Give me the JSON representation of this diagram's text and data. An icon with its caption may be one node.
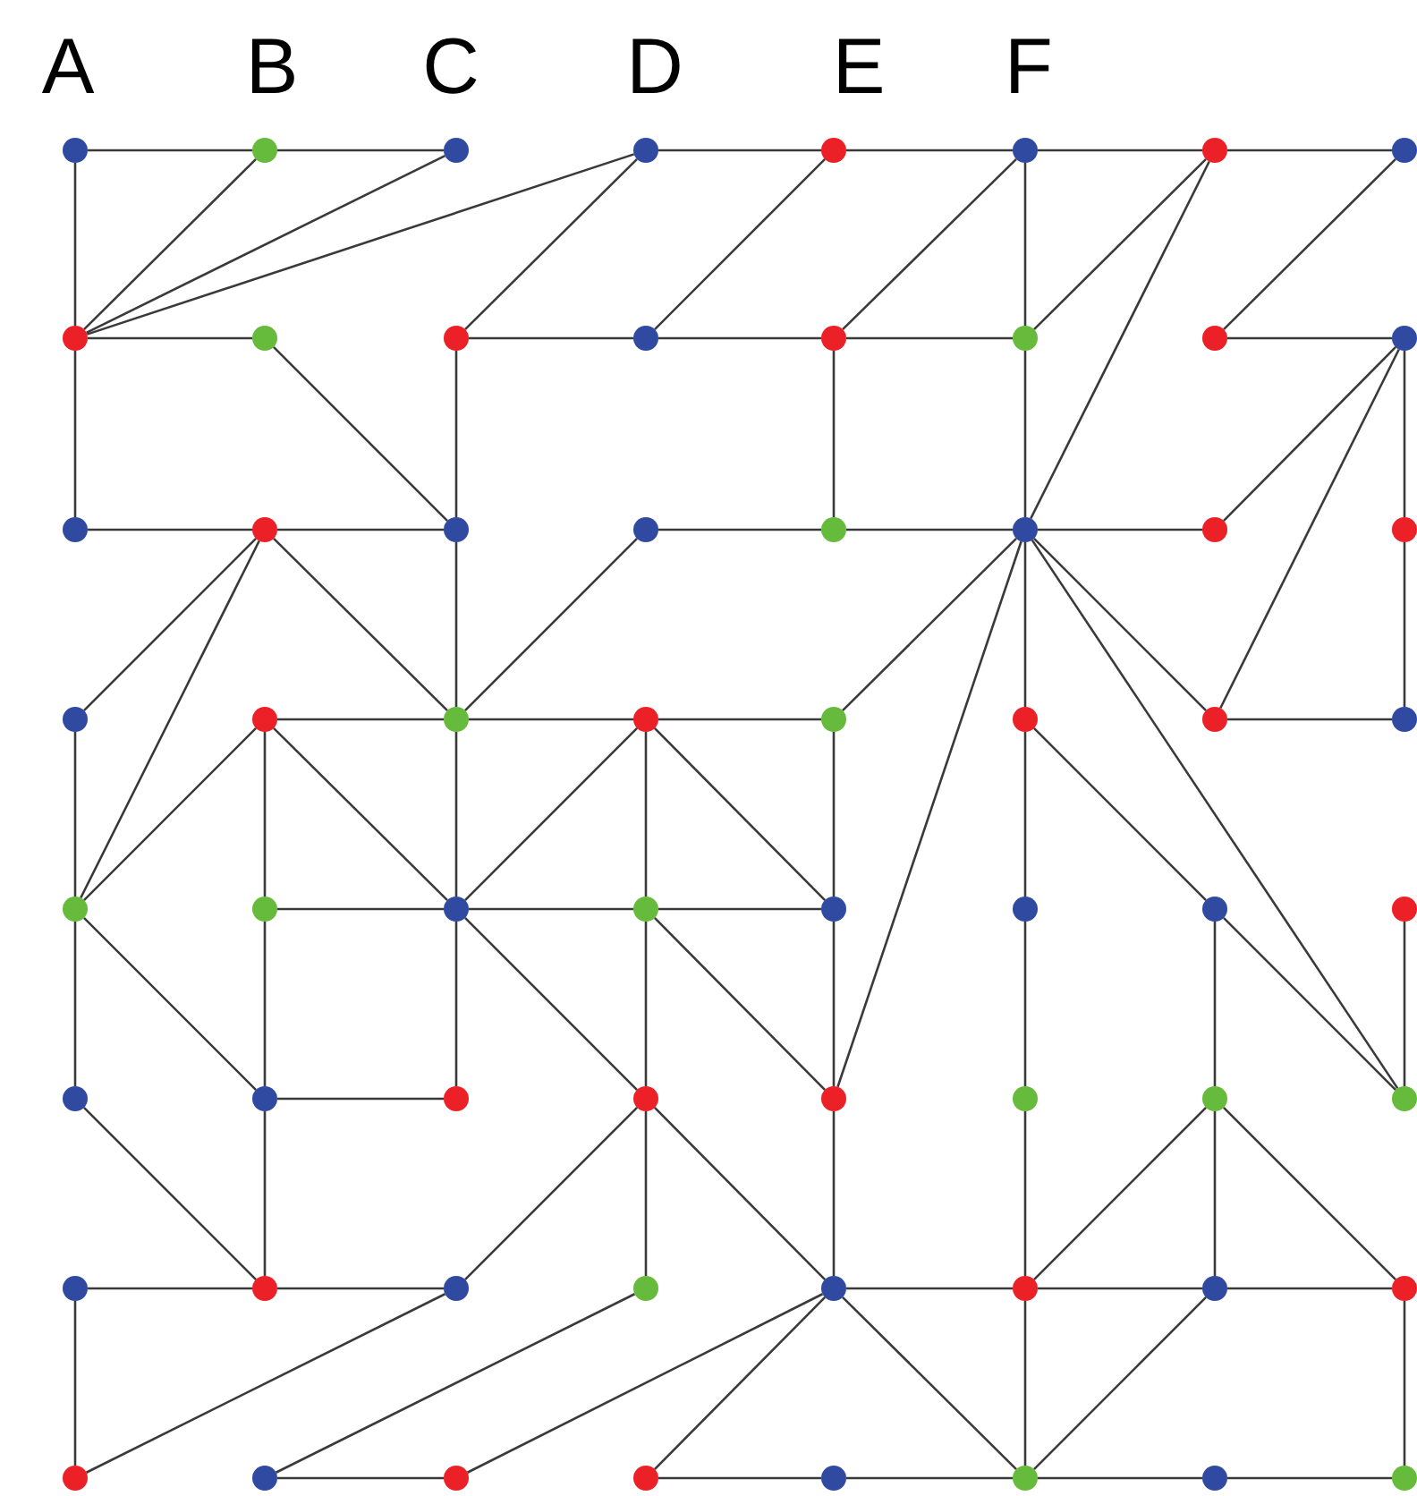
{
  "diagram": {
    "nodes": [
      {
        "text": [],
        "shape": "circle"
      },
      {
        "text": [],
        "shape": "circle"
      },
      {
        "text": [],
        "shape": "circle"
      },
      {
        "text": [],
        "shape": "circle"
      },
      {
        "text": [],
        "shape": "circle"
      },
      {
        "text": [],
        "shape": "circle"
      },
      {
        "text": [],
        "shape": "circle"
      },
      {
        "text": [],
        "shape": "circle"
      },
      {
        "text": [],
        "shape": "circle"
      },
      {
        "text": [],
        "shape": "circle"
      },
      {
        "text": [],
        "shape": "circle"
      },
      {
        "text": [],
        "shape": "circle"
      },
      {
        "text": [],
        "shape": "circle"
      },
      {
        "text": [],
        "shape": "circle"
      },
      {
        "text": [],
        "shape": "circle"
      },
      {
        "text": [],
        "shape": "circle"
      },
      {
        "text": [],
        "shape": "circle"
      },
      {
        "text": [],
        "shape": "circle"
      },
      {
        "text": [],
        "shape": "circle"
      },
      {
        "text": [],
        "shape": "circle"
      },
      {
        "text": [],
        "shape": "circle"
      },
      {
        "text": [],
        "shape": "circle"
      },
      {
        "text": [],
        "shape": "circle"
      },
      {
        "text": [],
        "shape": "circle"
      },
      {
        "text": [],
        "shape": "circle"
      },
      {
        "text": [],
        "shape": "circle"
      },
      {
        "text": [],
        "shape": "circle"
      },
      {
        "text": [],
        "shape": "circle"
      },
      {
        "text": [],
        "shape": "circle"
      },
      {
        "text": [],
        "shape": "circle"
      },
      {
        "text": [],
        "shape": "circle"
      },
      {
        "text": [],
        "shape": "circle"
      },
      {
        "text": [],
        "shape": "circle"
      },
      {
        "text": [],
        "shape": "circle"
      },
      {
        "text": [],
        "shape": "circle"
      },
      {
        "text": [],
        "shape": "circle"
      },
      {
        "text": [],
        "shape": "circle"
      },
      {
        "text": [],
        "shape": "circle"
      },
      {
        "text": [],
        "shape": "circle"
      },
      {
        "text": [],
        "shape": "circle"
      },
      {
        "text": [],
        "shape": "circle"
      },
      {
        "text": [],
        "shape": "circle"
      },
      {
        "text": [],
        "shape": "circle"
      },
      {
        "text": [],
        "shape": "circle"
      },
      {
        "text": [],
        "shape": "circle"
      },
      {
        "text": [],
        "shape": "circle"
      },
      {
        "text": [],
        "shape": "circle"
      },
      {
        "text": [],
        "shape": "circle"
      },
      {
        "text": [],
        "shape": "circle"
      },
      {
        "text": [],
        "shape": "circle"
      },
      {
        "text": [],
        "shape": "circle"
      },
      {
        "text": [],
        "shape": "circle"
      },
      {
        "text": [],
        "shape": "circle"
      },
      {
        "text": [],
        "shape": "circle"
      },
      {
        "text": [],
        "shape": "circle"
      },
      {
        "text": [],
        "shape": "circle"
      },
      {
        "text": [],
        "shape": "circle"
      },
      {
        "text": [],
        "shape": "circle"
      },
      {
        "text": [],
        "shape": "circle"
      },
      {
        "text": [],
        "shape": "circle"
      },
      {
        "text": [],
        "shape": "circle"
      },
      {
        "text": [],
        "shape": "circle"
      },
      {
        "text": [],
        "shape": "circle"
      },
      {
        "text": [],
        "shape": "circle"
      }
    ],
    "edges": [
      {
        "from": 0,
        "to": 1,
        "arrow": "none"
      },
      {
        "from": 1,
        "to": 2,
        "arrow": "none"
      },
      {
        "from": 3,
        "to": 4,
        "arrow": "none"
      },
      {
        "from": 4,
        "to": 5,
        "arrow": "none"
      },
      {
        "from": 5,
        "to": 6,
        "arrow": "none"
      },
      {
        "from": 6,
        "to": 7,
        "arrow": "none"
      },
      {
        "from": 0,
        "to": 8,
        "arrow": "none"
      },
      {
        "from": 8,
        "to": 16,
        "arrow": "none"
      },
      {
        "from": 8,
        "to": 1,
        "arrow": "none"
      },
      {
        "from": 8,
        "to": 2,
        "arrow": "none"
      },
      {
        "from": 8,
        "to": 3,
        "arrow": "none"
      },
      {
        "from": 8,
        "to": 9,
        "arrow": "none"
      },
      {
        "from": 9,
        "to": 18,
        "arrow": "none"
      },
      {
        "from": 10,
        "to": 11,
        "arrow": "none"
      },
      {
        "from": 11,
        "to": 12,
        "arrow": "none"
      },
      {
        "from": 12,
        "to": 13,
        "arrow": "none"
      },
      {
        "from": 10,
        "to": 3,
        "arrow": "none"
      },
      {
        "from": 11,
        "to": 4,
        "arrow": "none"
      },
      {
        "from": 12,
        "to": 5,
        "arrow": "none"
      },
      {
        "from": 13,
        "to": 6,
        "arrow": "none"
      },
      {
        "from": 14,
        "to": 7,
        "arrow": "none"
      },
      {
        "from": 14,
        "to": 15,
        "arrow": "none"
      },
      {
        "from": 10,
        "to": 18,
        "arrow": "none"
      },
      {
        "from": 12,
        "to": 20,
        "arrow": "none"
      },
      {
        "from": 5,
        "to": 13,
        "arrow": "none"
      },
      {
        "from": 13,
        "to": 21,
        "arrow": "none"
      },
      {
        "from": 21,
        "to": 6,
        "arrow": "none"
      },
      {
        "from": 15,
        "to": 23,
        "arrow": "none"
      },
      {
        "from": 23,
        "to": 31,
        "arrow": "none"
      },
      {
        "from": 15,
        "to": 22,
        "arrow": "none"
      },
      {
        "from": 15,
        "to": 30,
        "arrow": "none"
      },
      {
        "from": 16,
        "to": 17,
        "arrow": "none"
      },
      {
        "from": 17,
        "to": 18,
        "arrow": "none"
      },
      {
        "from": 19,
        "to": 20,
        "arrow": "none"
      },
      {
        "from": 20,
        "to": 21,
        "arrow": "none"
      },
      {
        "from": 21,
        "to": 22,
        "arrow": "none"
      },
      {
        "from": 17,
        "to": 24,
        "arrow": "none"
      },
      {
        "from": 17,
        "to": 32,
        "arrow": "none"
      },
      {
        "from": 17,
        "to": 26,
        "arrow": "none"
      },
      {
        "from": 19,
        "to": 26,
        "arrow": "none"
      },
      {
        "from": 18,
        "to": 26,
        "arrow": "none"
      },
      {
        "from": 26,
        "to": 34,
        "arrow": "none"
      },
      {
        "from": 34,
        "to": 42,
        "arrow": "none"
      },
      {
        "from": 21,
        "to": 28,
        "arrow": "none"
      },
      {
        "from": 21,
        "to": 44,
        "arrow": "none"
      },
      {
        "from": 21,
        "to": 29,
        "arrow": "none"
      },
      {
        "from": 21,
        "to": 30,
        "arrow": "none"
      },
      {
        "from": 21,
        "to": 47,
        "arrow": "none"
      },
      {
        "from": 24,
        "to": 32,
        "arrow": "none"
      },
      {
        "from": 32,
        "to": 40,
        "arrow": "none"
      },
      {
        "from": 48,
        "to": 56,
        "arrow": "none"
      },
      {
        "from": 25,
        "to": 26,
        "arrow": "none"
      },
      {
        "from": 26,
        "to": 27,
        "arrow": "none"
      },
      {
        "from": 27,
        "to": 28,
        "arrow": "none"
      },
      {
        "from": 30,
        "to": 31,
        "arrow": "none"
      },
      {
        "from": 25,
        "to": 32,
        "arrow": "none"
      },
      {
        "from": 25,
        "to": 33,
        "arrow": "none"
      },
      {
        "from": 33,
        "to": 41,
        "arrow": "none"
      },
      {
        "from": 41,
        "to": 49,
        "arrow": "none"
      },
      {
        "from": 25,
        "to": 34,
        "arrow": "none"
      },
      {
        "from": 27,
        "to": 34,
        "arrow": "none"
      },
      {
        "from": 27,
        "to": 35,
        "arrow": "none"
      },
      {
        "from": 27,
        "to": 36,
        "arrow": "none"
      },
      {
        "from": 35,
        "to": 43,
        "arrow": "none"
      },
      {
        "from": 43,
        "to": 51,
        "arrow": "none"
      },
      {
        "from": 28,
        "to": 36,
        "arrow": "none"
      },
      {
        "from": 36,
        "to": 44,
        "arrow": "none"
      },
      {
        "from": 44,
        "to": 52,
        "arrow": "none"
      },
      {
        "from": 29,
        "to": 38,
        "arrow": "none"
      },
      {
        "from": 29,
        "to": 37,
        "arrow": "none"
      },
      {
        "from": 37,
        "to": 45,
        "arrow": "none"
      },
      {
        "from": 45,
        "to": 53,
        "arrow": "none"
      },
      {
        "from": 53,
        "to": 61,
        "arrow": "none"
      },
      {
        "from": 38,
        "to": 46,
        "arrow": "none"
      },
      {
        "from": 38,
        "to": 47,
        "arrow": "none"
      },
      {
        "from": 39,
        "to": 47,
        "arrow": "none"
      },
      {
        "from": 33,
        "to": 34,
        "arrow": "none"
      },
      {
        "from": 34,
        "to": 35,
        "arrow": "none"
      },
      {
        "from": 35,
        "to": 36,
        "arrow": "none"
      },
      {
        "from": 34,
        "to": 43,
        "arrow": "none"
      },
      {
        "from": 32,
        "to": 41,
        "arrow": "none"
      },
      {
        "from": 35,
        "to": 44,
        "arrow": "none"
      },
      {
        "from": 41,
        "to": 42,
        "arrow": "none"
      },
      {
        "from": 40,
        "to": 49,
        "arrow": "none"
      },
      {
        "from": 43,
        "to": 50,
        "arrow": "none"
      },
      {
        "from": 43,
        "to": 52,
        "arrow": "none"
      },
      {
        "from": 46,
        "to": 54,
        "arrow": "none"
      },
      {
        "from": 46,
        "to": 53,
        "arrow": "none"
      },
      {
        "from": 46,
        "to": 55,
        "arrow": "none"
      },
      {
        "from": 48,
        "to": 49,
        "arrow": "none"
      },
      {
        "from": 49,
        "to": 50,
        "arrow": "none"
      },
      {
        "from": 50,
        "to": 56,
        "arrow": "none"
      },
      {
        "from": 51,
        "to": 57,
        "arrow": "none"
      },
      {
        "from": 52,
        "to": 58,
        "arrow": "none"
      },
      {
        "from": 52,
        "to": 59,
        "arrow": "none"
      },
      {
        "from": 52,
        "to": 53,
        "arrow": "none"
      },
      {
        "from": 53,
        "to": 54,
        "arrow": "none"
      },
      {
        "from": 54,
        "to": 55,
        "arrow": "none"
      },
      {
        "from": 52,
        "to": 61,
        "arrow": "none"
      },
      {
        "from": 54,
        "to": 61,
        "arrow": "none"
      },
      {
        "from": 55,
        "to": 63,
        "arrow": "none"
      },
      {
        "from": 57,
        "to": 58,
        "arrow": "none"
      },
      {
        "from": 59,
        "to": 60,
        "arrow": "none"
      },
      {
        "from": 60,
        "to": 61,
        "arrow": "none"
      },
      {
        "from": 61,
        "to": 62,
        "arrow": "none"
      },
      {
        "from": 62,
        "to": 63,
        "arrow": "none"
      }
    ],
    "labels": [
      "A",
      "B",
      "C",
      "D",
      "E",
      "F"
    ]
  }
}
